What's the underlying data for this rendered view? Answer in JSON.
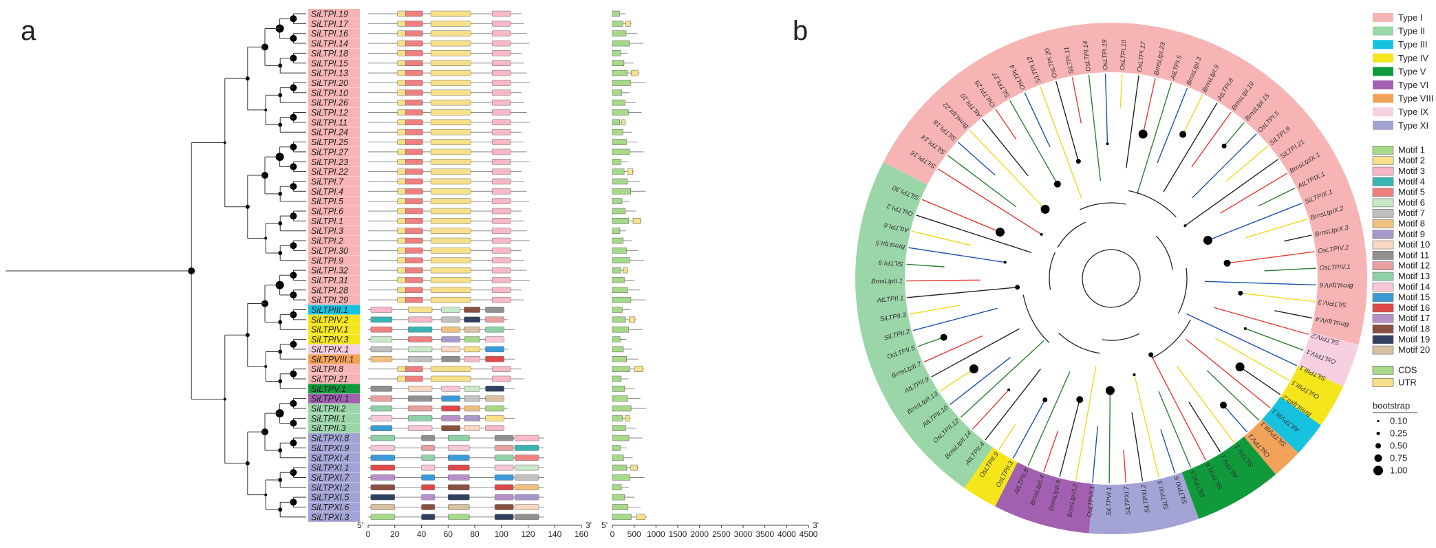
{
  "panel_a": {
    "letter": "a",
    "leaves": [
      {
        "label": "SiLTPI.19",
        "type": "I"
      },
      {
        "label": "SiLTPI.17",
        "type": "I"
      },
      {
        "label": "SiLTPI.16",
        "type": "I"
      },
      {
        "label": "SiLTPI.14",
        "type": "I"
      },
      {
        "label": "SiLTPI.18",
        "type": "I"
      },
      {
        "label": "SiLTPI.15",
        "type": "I"
      },
      {
        "label": "SiLTPI.13",
        "type": "I"
      },
      {
        "label": "SiLTPI.20",
        "type": "I"
      },
      {
        "label": "SiLTPI.10",
        "type": "I"
      },
      {
        "label": "SiLTPI.26",
        "type": "I"
      },
      {
        "label": "SiLTPI.12",
        "type": "I"
      },
      {
        "label": "SiLTPI.11",
        "type": "I"
      },
      {
        "label": "SiLTPI.24",
        "type": "I"
      },
      {
        "label": "SiLTPI.25",
        "type": "I"
      },
      {
        "label": "SiLTPI.27",
        "type": "I"
      },
      {
        "label": "SiLTPI.23",
        "type": "I"
      },
      {
        "label": "SiLTPI.22",
        "type": "I"
      },
      {
        "label": "SiLTPI.7",
        "type": "I"
      },
      {
        "label": "SiLTPI.4",
        "type": "I"
      },
      {
        "label": "SiLTPI.5",
        "type": "I"
      },
      {
        "label": "SiLTPI.6",
        "type": "I"
      },
      {
        "label": "SiLTPI.1",
        "type": "I"
      },
      {
        "label": "SiLTPI.3",
        "type": "I"
      },
      {
        "label": "SiLTPI.2",
        "type": "I"
      },
      {
        "label": "SiLTPI.30",
        "type": "I"
      },
      {
        "label": "SiLTPI.9",
        "type": "I"
      },
      {
        "label": "SiLTPI.32",
        "type": "I"
      },
      {
        "label": "SiLTPI.31",
        "type": "I"
      },
      {
        "label": "SiLTPI.28",
        "type": "I"
      },
      {
        "label": "SiLTPI.29",
        "type": "I"
      },
      {
        "label": "SiLTPIII.1",
        "type": "III"
      },
      {
        "label": "SiLTPIV.2",
        "type": "IV"
      },
      {
        "label": "SiLTPIV.1",
        "type": "IV"
      },
      {
        "label": "SiLTPIV.3",
        "type": "IV"
      },
      {
        "label": "SiLTPIX.1",
        "type": "IX"
      },
      {
        "label": "SiLTPVIII.1",
        "type": "VIII"
      },
      {
        "label": "SiLTPI.8",
        "type": "I"
      },
      {
        "label": "SiLTPI.21",
        "type": "I"
      },
      {
        "label": "SiLTPV.1",
        "type": "V"
      },
      {
        "label": "SiLTPVI.1",
        "type": "VI"
      },
      {
        "label": "SiLTPII.2",
        "type": "II"
      },
      {
        "label": "SiLTPII.1",
        "type": "II"
      },
      {
        "label": "SiLTPII.3",
        "type": "II"
      },
      {
        "label": "SiLTPXI.8",
        "type": "XI"
      },
      {
        "label": "SiLTPXI.9",
        "type": "XI"
      },
      {
        "label": "SiLTPXI.4",
        "type": "XI"
      },
      {
        "label": "SiLTPXI.1",
        "type": "XI"
      },
      {
        "label": "SiLTPXI.7",
        "type": "XI"
      },
      {
        "label": "SiLTPXI.2",
        "type": "XI"
      },
      {
        "label": "SiLTPXI.5",
        "type": "XI"
      },
      {
        "label": "SiLTPXI.6",
        "type": "XI"
      },
      {
        "label": "SiLTPXI.3",
        "type": "XI"
      }
    ],
    "motif_axis": {
      "start_label": "5'",
      "end_label": "3'",
      "ticks": [
        "0",
        "20",
        "40",
        "60",
        "80",
        "100",
        "120",
        "140",
        "160"
      ]
    },
    "gene_axis": {
      "start_label": "5'",
      "end_label": "3'",
      "ticks": [
        "0",
        "500",
        "1000",
        "1500",
        "2000",
        "2500",
        "3000",
        "3500",
        "4000",
        "4500"
      ]
    }
  },
  "panel_b": {
    "letter": "b",
    "circle_labels": [
      "SiLTPI.16",
      "SiLTPI.14",
      "SiLTPI.18",
      "BrnsLtpI.22",
      "AtLTPI.10",
      "OsLTPI.25",
      "SiLTPI.27",
      "OsLTPI.4",
      "SiLTPI.12",
      "OsLTPI.20",
      "SiLTPI.11",
      "OsLTPI.14",
      "OsLTPI.19",
      "OsLTPI.10",
      "OsLTPI.17",
      "BrnsLtpI.23",
      "AtLTPI.5",
      "BrnsLtpI.3",
      "BrnsLtpI.9",
      "AtLTPI.8",
      "BrnsLtpI.19",
      "BrnsLtpI.15",
      "OsLTPI.5",
      "SiLTPI.8",
      "SiLTPI.21",
      "BrnsLtpIX.1",
      "AtLTPIX.1",
      "SiLTPIX.1",
      "BrnsLtpIX.2",
      "BrnsLtpIX.3",
      "OsLTPIV.2",
      "OsLTPIV.1",
      "BrnsLtpIV.6",
      "SiLTPIV.3",
      "BrnsLtpIV.4",
      "SiLTPIV.2",
      "OsLTPIV.1",
      "SiLTPIII.1",
      "OsLTPIII.1",
      "BrnsLtpIII.2",
      "AtLTPVIII.1",
      "SiLTPVIII.1",
      "OsLTPV.1",
      "SiLTPV.1",
      "AtLTPV.1",
      "SiLTPXI.9",
      "SiLTPXI.5",
      "SiLTPXI.6",
      "SiLTPXI.3",
      "SiLTPXI.2",
      "SiLTPXI.7",
      "SiLTPVI.1",
      "OsLTPVI.1",
      "BrnsLtpVI.2",
      "BrnsLtpII.9",
      "BrnsLtpII.4",
      "AtLTPII.8",
      "OsLTPII.3",
      "OsLTPII.9",
      "AtLTPII.4",
      "BrnsLtpII.14",
      "OsLTPII.12",
      "AtLTPII.10",
      "BrnsLtpII.13",
      "AtLTPII.9",
      "BrnsLtpII.7",
      "OsLTPII.5",
      "SiLTPII.2",
      "SiLTPII.3",
      "AtLTPII.1",
      "BrnsLtpII.1",
      "SiLTPI.9",
      "BrnsLtpI.5",
      "AtLTPI.6",
      "OsLTPI.2",
      "SiLTPI.30"
    ],
    "type_legend": [
      {
        "label": "Type I",
        "color": "#f7b4b4"
      },
      {
        "label": "Type II",
        "color": "#9ad6a8"
      },
      {
        "label": "Type III",
        "color": "#16c2e0"
      },
      {
        "label": "Type IV",
        "color": "#f5e51b"
      },
      {
        "label": "Type V",
        "color": "#109a3c"
      },
      {
        "label": "Type VI",
        "color": "#a35fb0"
      },
      {
        "label": "Type VIII",
        "color": "#f3a25a"
      },
      {
        "label": "Type IX",
        "color": "#f6cfe0"
      },
      {
        "label": "Type XI",
        "color": "#a3a3d6"
      }
    ],
    "motif_legend": [
      {
        "label": "Motif 1",
        "color": "#a7d98b"
      },
      {
        "label": "Motif 2",
        "color": "#f8e08a"
      },
      {
        "label": "Motif 3",
        "color": "#f8b8c8"
      },
      {
        "label": "Motif 4",
        "color": "#39b4b4"
      },
      {
        "label": "Motif 5",
        "color": "#f08080"
      },
      {
        "label": "Motif 6",
        "color": "#c8e8c8"
      },
      {
        "label": "Motif 7",
        "color": "#c0c0c0"
      },
      {
        "label": "Motif 8",
        "color": "#f0c080"
      },
      {
        "label": "Motif 9",
        "color": "#a898c8"
      },
      {
        "label": "Motif 10",
        "color": "#f8d8c0"
      },
      {
        "label": "Motif 11",
        "color": "#909090"
      },
      {
        "label": "Motif 12",
        "color": "#e8a0a0"
      },
      {
        "label": "Motif 13",
        "color": "#90d0a8"
      },
      {
        "label": "Motif 14",
        "color": "#f8c8d8"
      },
      {
        "label": "Motif 15",
        "color": "#3a9ad8"
      },
      {
        "label": "Motif 16",
        "color": "#e04848"
      },
      {
        "label": "Motif 17",
        "color": "#b890c8"
      },
      {
        "label": "Motif 18",
        "color": "#8a5040"
      },
      {
        "label": "Motif 19",
        "color": "#304060"
      },
      {
        "label": "Motif 20",
        "color": "#d8c0a0"
      }
    ],
    "gene_legend": [
      {
        "label": "CDS",
        "color": "#a7d98b"
      },
      {
        "label": "UTR",
        "color": "#f8e08a"
      }
    ],
    "bootstrap_legend": {
      "title": "bootstrap",
      "items": [
        {
          "label": "0.10",
          "value": 0.1
        },
        {
          "label": "0.25",
          "value": 0.25
        },
        {
          "label": "0.50",
          "value": 0.5
        },
        {
          "label": "0.75",
          "value": 0.75
        },
        {
          "label": "1.00",
          "value": 1.0
        }
      ]
    }
  }
}
